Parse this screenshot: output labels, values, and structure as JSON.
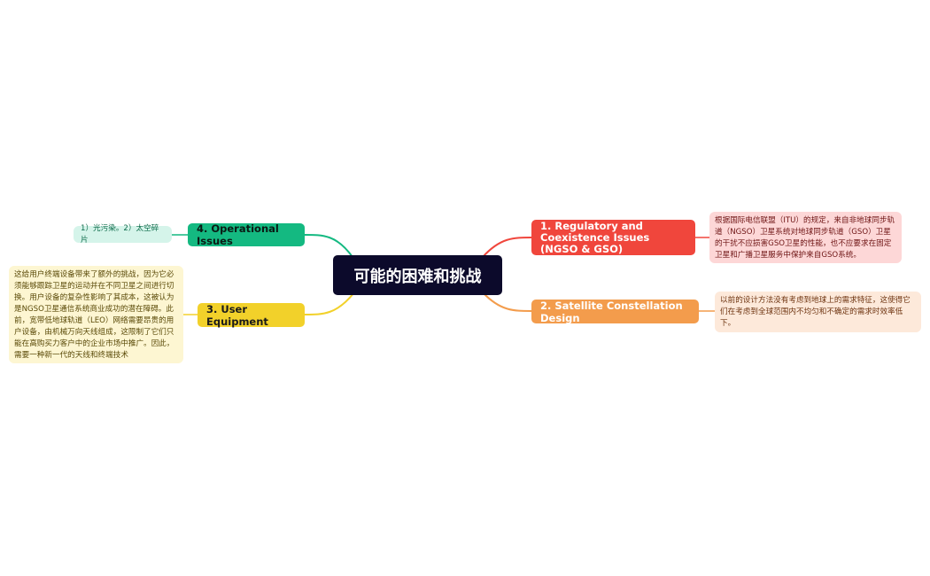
{
  "central": {
    "label": "可能的困难和挑战",
    "color": "#0c0a2b"
  },
  "topics": [
    {
      "label": "1. Regulatory and Coexistence Issues (NGSO & GSO)",
      "color": "#f0463c",
      "note": "根据国际电信联盟（ITU）的规定，来自非地球同步轨道（NGSO）卫星系统对地球同步轨道（GSO）卫星的干扰不应损害GSO卫星的性能，也不应要求在固定卫星和广播卫星服务中保护来自GSO系统。",
      "note_bg": "#fdd7d7"
    },
    {
      "label": "2. Satellite Constellation Design",
      "color": "#f39c4c",
      "note": "以前的设计方法没有考虑到地球上的需求特征，这使得它们在考虑到全球范围内不均匀和不确定的需求时效率低下。",
      "note_bg": "#fde9da"
    },
    {
      "label": "3.  User Equipment",
      "color": "#f2d12a",
      "note": "这给用户终端设备带来了额外的挑战，因为它必须能够跟踪卫星的运动并在不同卫星之间进行切换。用户设备的复杂性影响了其成本，这被认为是NGSO卫星通信系统商业成功的潜在障碍。此前，宽带低地球轨道（LEO）网络需要昂贵的用户设备，由机械万向天线组成，这限制了它们只能在高购买力客户中的企业市场中推广。因此，需要一种新一代的天线和终端技术",
      "note_bg": "#fdf6d2"
    },
    {
      "label": "4. Operational Issues",
      "color": "#14b981",
      "note": "1）光污染。2）太空碎片",
      "note_bg": "#d5f4ea"
    }
  ]
}
